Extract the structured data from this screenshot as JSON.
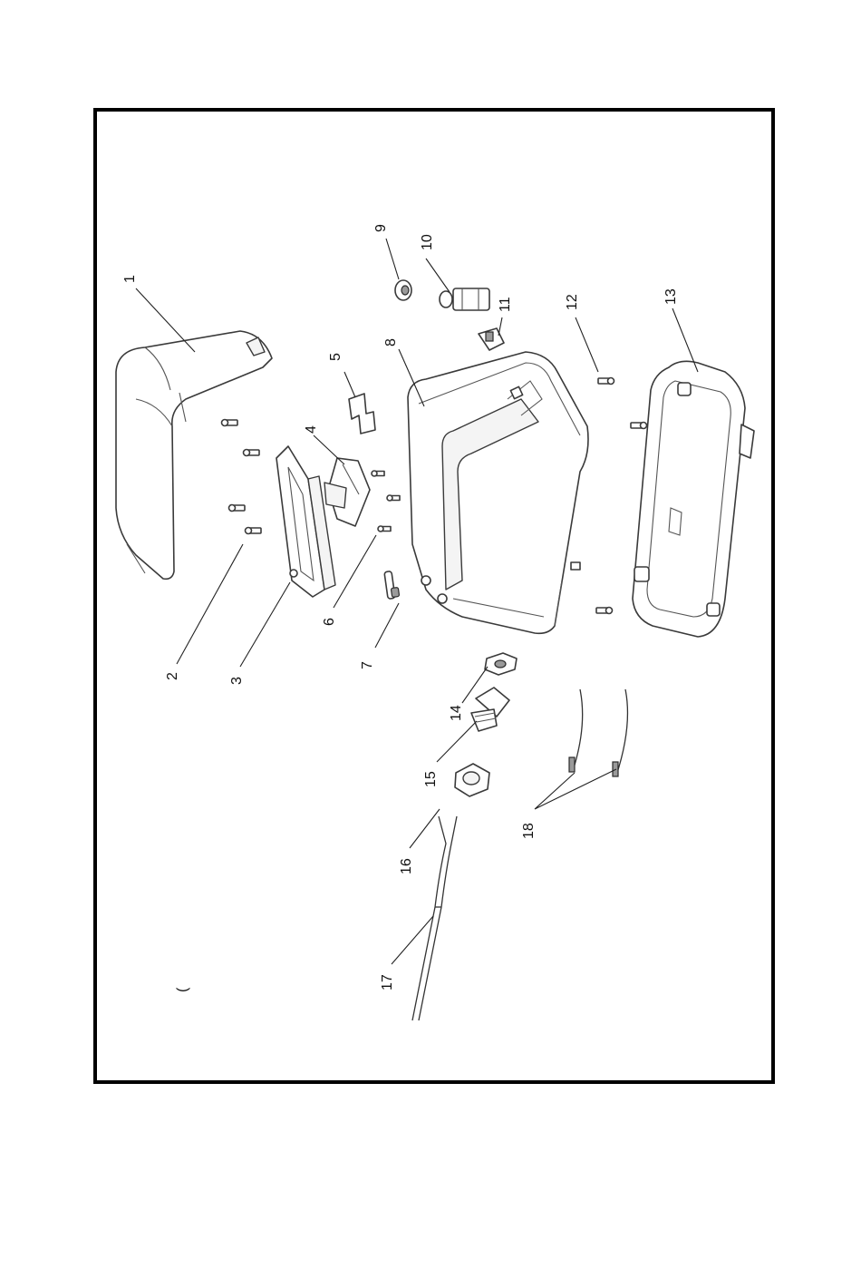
{
  "diagram": {
    "callouts": [
      {
        "id": "1",
        "label": "1"
      },
      {
        "id": "2",
        "label": "2"
      },
      {
        "id": "3",
        "label": "3"
      },
      {
        "id": "4",
        "label": "4"
      },
      {
        "id": "5",
        "label": "5"
      },
      {
        "id": "6",
        "label": "6"
      },
      {
        "id": "7",
        "label": "7"
      },
      {
        "id": "8",
        "label": "8"
      },
      {
        "id": "9",
        "label": "9"
      },
      {
        "id": "10",
        "label": "10"
      },
      {
        "id": "11",
        "label": "11"
      },
      {
        "id": "12",
        "label": "12"
      },
      {
        "id": "13",
        "label": "13"
      },
      {
        "id": "14",
        "label": "14"
      },
      {
        "id": "15",
        "label": "15"
      },
      {
        "id": "16",
        "label": "16"
      },
      {
        "id": "17",
        "label": "17"
      },
      {
        "id": "18",
        "label": "18"
      }
    ],
    "stray_mark": "("
  }
}
